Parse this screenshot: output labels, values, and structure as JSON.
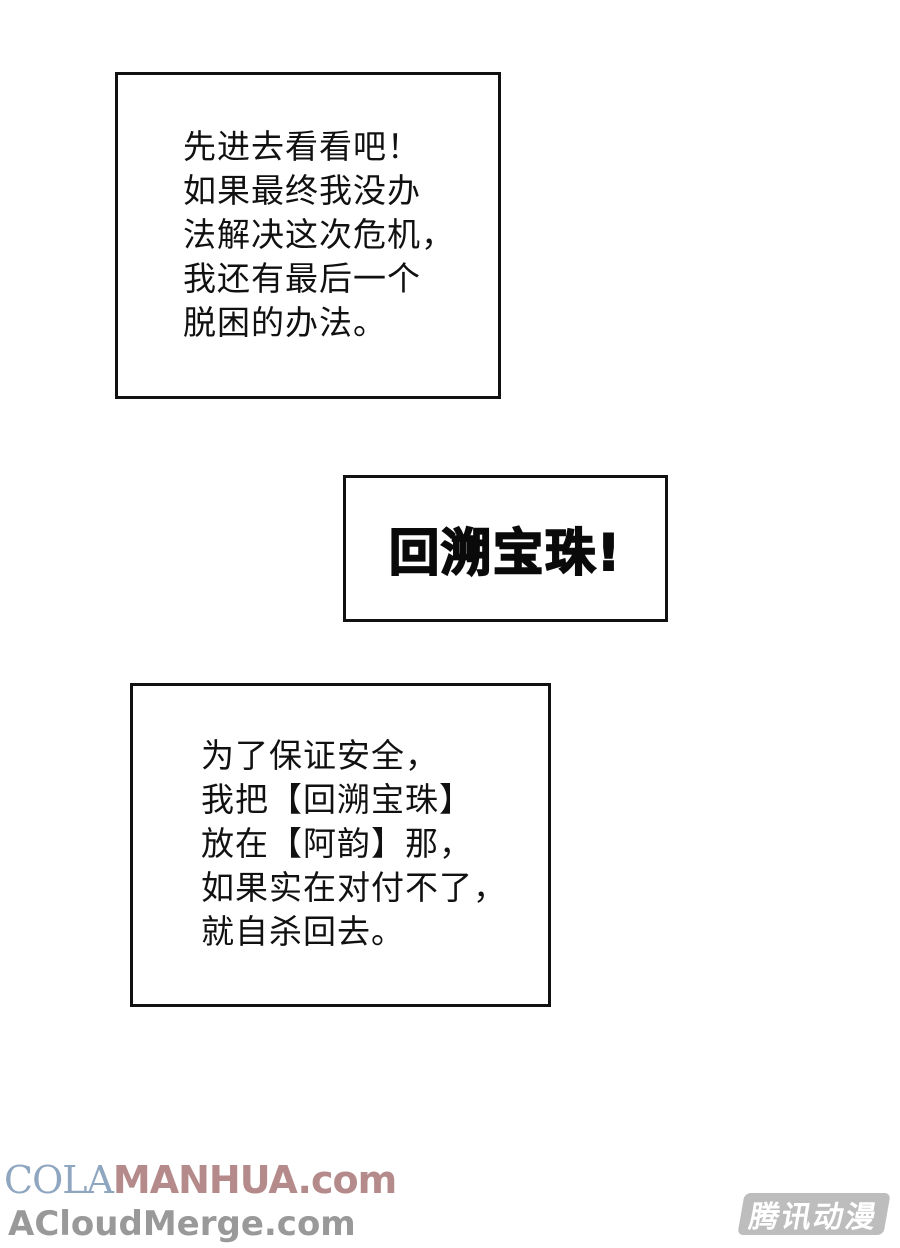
{
  "panels": [
    {
      "lines": [
        "先进去看看吧！",
        "如果最终我没办",
        "法解决这次危机，",
        "我还有最后一个",
        "脱困的办法。"
      ]
    },
    {
      "shout": "回溯宝珠!"
    },
    {
      "lines": [
        "为了保证安全，",
        "我把【回溯宝珠】",
        "放在【阿韵】那，",
        "如果实在对付不了，",
        "就自杀回去。"
      ]
    }
  ],
  "watermark": {
    "line1_part1": "COLA",
    "line1_part2": "MANHUA.com",
    "line2": "ACloudMerge.com",
    "logo": "腾讯动漫"
  }
}
